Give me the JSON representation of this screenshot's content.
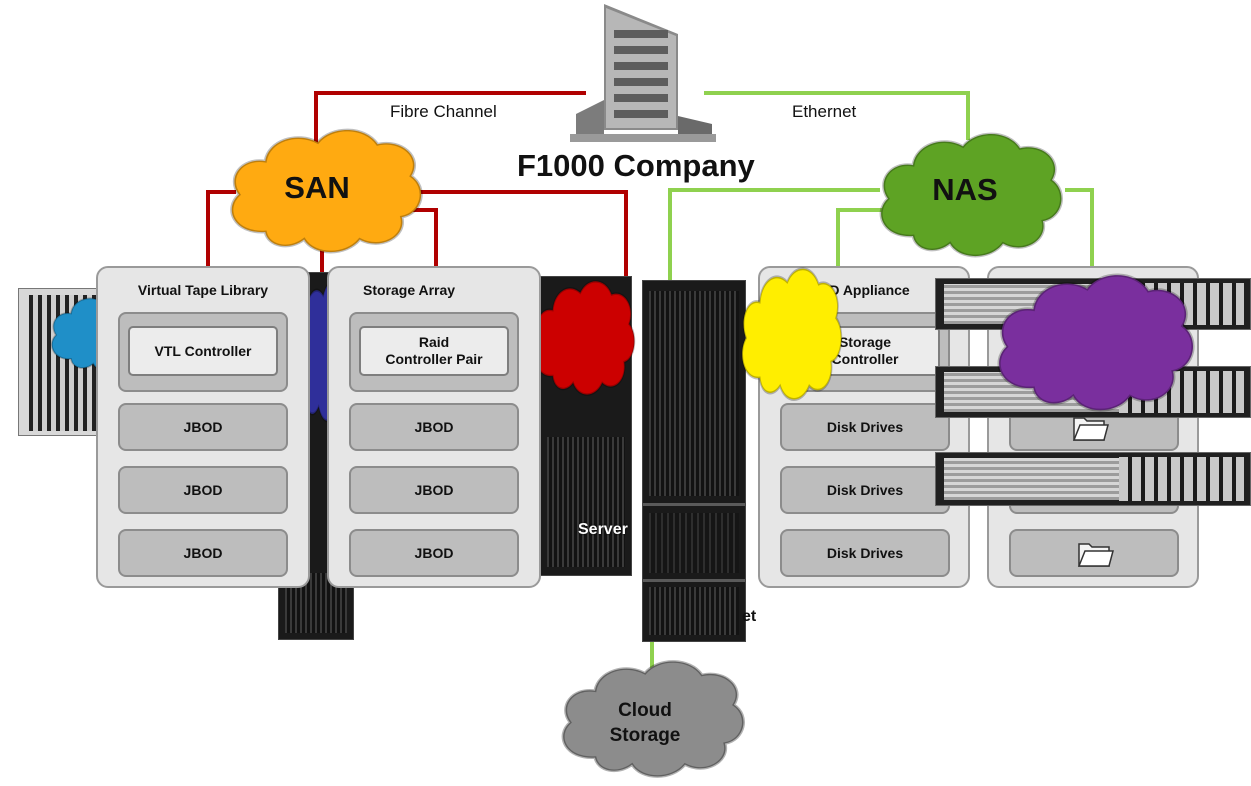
{
  "title": "F1000 Company",
  "links": {
    "fibre_channel_label": "Fibre Channel",
    "ethernet_label": "Ethernet",
    "fibre_color": "#b00000",
    "ethernet_color": "#8fd14f"
  },
  "clouds": {
    "san": {
      "label": "SAN",
      "color": "#ffaa11"
    },
    "nas": {
      "label": "NAS",
      "color": "#5ea324"
    },
    "cloud_storage": {
      "label_line1": "Cloud",
      "label_line2": "Storage",
      "color": "#8c8c8c"
    },
    "blue": {
      "color": "#1f8fc8"
    },
    "indigo": {
      "color": "#2f2f9a"
    },
    "red": {
      "color": "#cc0000"
    },
    "yellow": {
      "color": "#ffee00"
    },
    "purple": {
      "color": "#7a2f9e"
    }
  },
  "vtl": {
    "title": "Virtual Tape Library",
    "controller": "VTL Controller",
    "slots": [
      "JBOD",
      "JBOD",
      "JBOD"
    ]
  },
  "storage_array": {
    "title": "Storage Array",
    "controller_line1": "Raid",
    "controller_line2": "Controller Pair",
    "slots": [
      "JBOD",
      "JBOD",
      "JBOD"
    ]
  },
  "osd": {
    "title_partial": "SD Appliance",
    "controller_line1": "Storage",
    "controller_line2": "Controller",
    "slots": [
      "Disk Drives",
      "Disk Drives",
      "Disk Drives"
    ]
  },
  "fragments": {
    "server_partial": "Server",
    "et_partial": "et"
  }
}
